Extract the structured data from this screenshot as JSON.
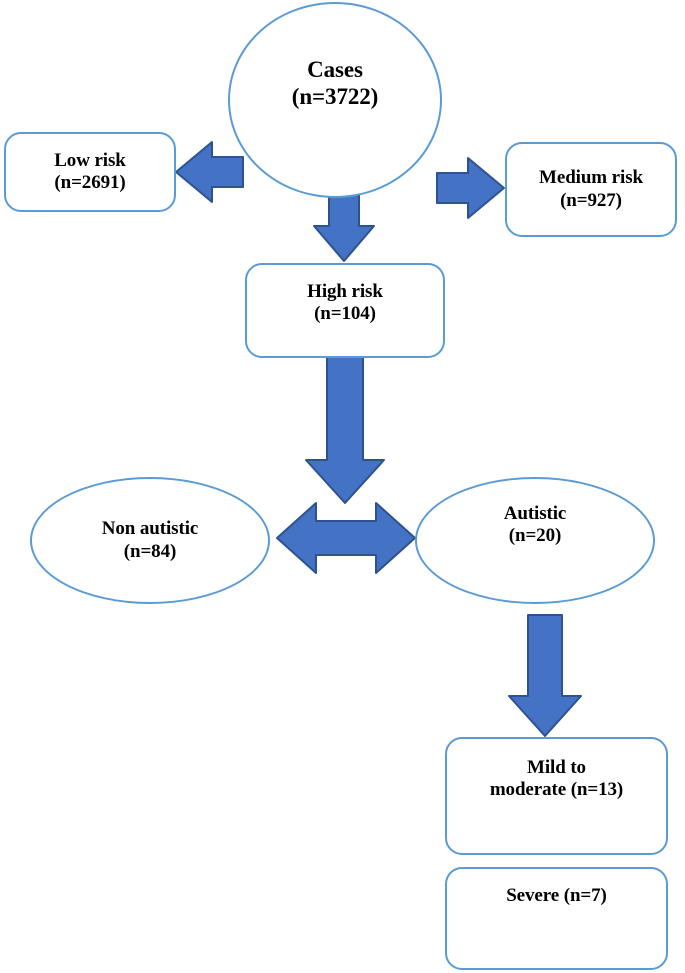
{
  "diagram": {
    "title": "Case risk screening and autism outcome flowchart",
    "colors": {
      "shape_border": "#5B9BD5",
      "shape_fill": "#FFFFFF",
      "arrow_fill": "#4472C4",
      "arrow_border": "#2E528F",
      "text": "#000000",
      "background": "#FFFFFF"
    },
    "nodes": {
      "cases": {
        "label": "Cases\n(n=3722)",
        "name": "Cases",
        "count": 3722,
        "shape": "circle"
      },
      "low_risk": {
        "label": "Low risk\n(n=2691)",
        "name": "Low risk",
        "count": 2691,
        "shape": "rounded-rectangle"
      },
      "medium_risk": {
        "label": "Medium risk\n(n=927)",
        "name": "Medium risk",
        "count": 927,
        "shape": "rounded-rectangle"
      },
      "high_risk": {
        "label": "High risk\n(n=104)",
        "name": "High risk",
        "count": 104,
        "shape": "rounded-rectangle"
      },
      "non_autistic": {
        "label": "Non autistic\n(n=84)",
        "name": "Non autistic",
        "count": 84,
        "shape": "ellipse"
      },
      "autistic": {
        "label": "Autistic\n(n=20)",
        "name": "Autistic",
        "count": 20,
        "shape": "ellipse"
      },
      "mild_moderate": {
        "label": "Mild to\nmoderate (n=13)",
        "name": "Mild to moderate",
        "count": 13,
        "shape": "rounded-rectangle"
      },
      "severe": {
        "label": "Severe (n=7)",
        "name": "Severe",
        "count": 7,
        "shape": "rounded-rectangle"
      }
    },
    "edges": [
      {
        "id": "cases-to-low-risk",
        "from": "cases",
        "to": "low_risk",
        "direction": "left",
        "style": "block-arrow"
      },
      {
        "id": "cases-to-medium-risk",
        "from": "cases",
        "to": "medium_risk",
        "direction": "right",
        "style": "block-arrow"
      },
      {
        "id": "cases-to-high-risk",
        "from": "cases",
        "to": "high_risk",
        "direction": "down",
        "style": "block-arrow"
      },
      {
        "id": "high-risk-to-outcomes",
        "from": "high_risk",
        "to": "outcomes",
        "direction": "down",
        "style": "block-arrow"
      },
      {
        "id": "non-autistic-autistic",
        "from": "non_autistic",
        "to": "autistic",
        "direction": "both",
        "style": "block-double-arrow"
      },
      {
        "id": "autistic-to-mild-moderate",
        "from": "autistic",
        "to": "mild_moderate",
        "direction": "down",
        "style": "block-arrow"
      }
    ]
  }
}
